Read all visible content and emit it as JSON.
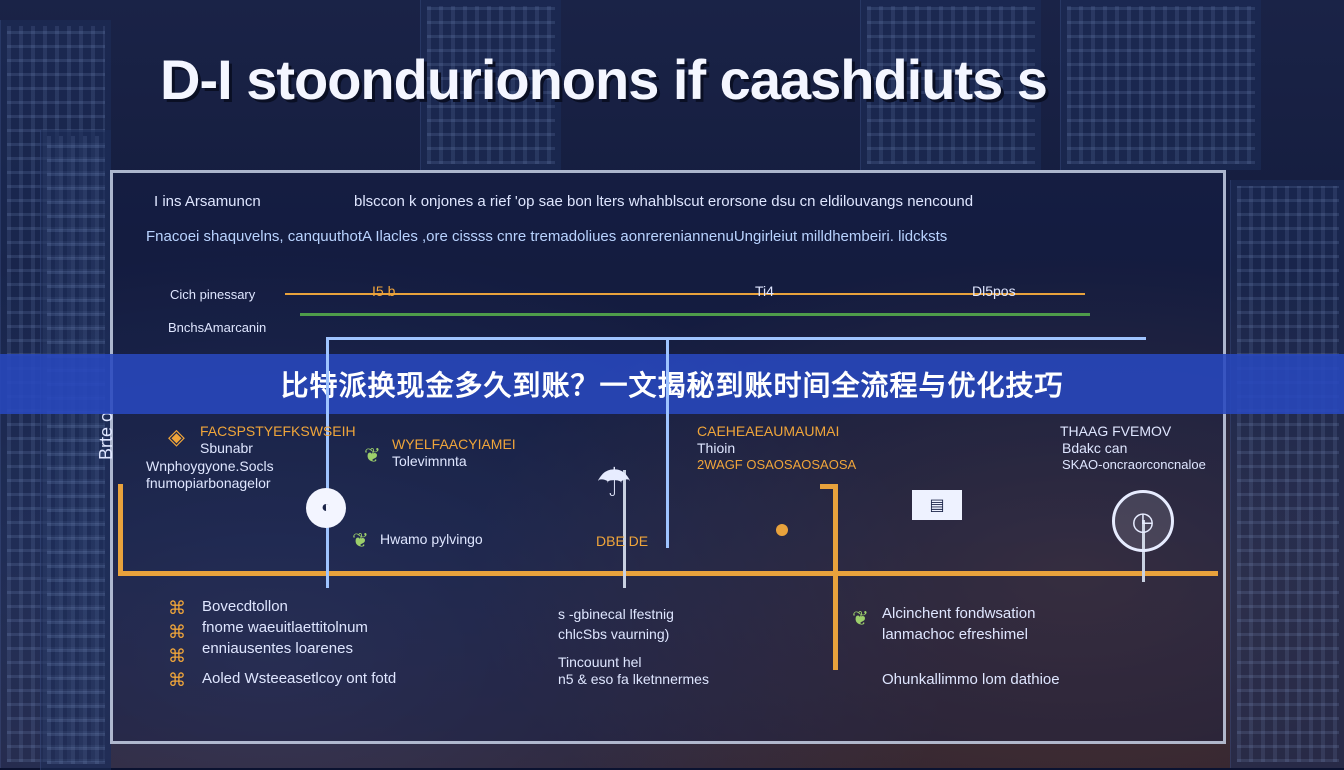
{
  "title": "D-I stoondurionons if caashdiuts s",
  "banner": "比特派换现金多久到账？一文揭秘到账时间全流程与优化技巧",
  "panel": {
    "vert_label": "Brte o",
    "header_left": "I ins Arsamuncn",
    "header_right": "blsccon k onjones a rief 'op sae bon lters whahblscut erorsone dsu cn eldilouvangs nencound",
    "subheader": "Fnacoei shaquvelns, canquuthotA Ilacles ,ore cissss cnre tremadoliues aonrereniannenuUngirleiut milldhembeiri. lidcksts",
    "row1_left": "Cich pinessary",
    "row2_left": "BnchsAmarcanin",
    "mark_1": "I5 b",
    "mark_2": "Ti4",
    "mark_3": "Dl5pos",
    "col1": {
      "head": "FACSPSTYEFKSWSEIH",
      "l2": "Sbunabr",
      "l3": "Wnphoygyone.Socls",
      "l4": "fnumopiarbonagelor"
    },
    "col2": {
      "head": "WYELFAACYIAMEI",
      "l2": "Tolevimnnta",
      "l3": "Hwamo pylvingo"
    },
    "col3": {
      "head": "CAEHEAEAUMAUMAI",
      "l2": "Thioin",
      "l3": "2WAGF OSAOSAOSAOSA",
      "l4": "DBE DE"
    },
    "col4": {
      "head": "THAAG FVEMOV",
      "l2": "Bdakc can",
      "l3": "SKAO-oncraorconcnaloe"
    },
    "bottom_left": [
      "Bovecdtollon",
      "fnome waeuitlaettitolnum",
      "enniausentes loarenes",
      "Aoled Wsteeasetlcoy ont fotd"
    ],
    "bottom_mid": [
      "s -gbinecal lfestnig",
      "chlcSbs vaurning)",
      "Tincouunt hel",
      "n5  &  eso fa lketnnermes"
    ],
    "bottom_right": [
      "Alcinchent fondwsation",
      "lanmachoc efreshimel",
      "Ohunkallimmo lom dathioe"
    ]
  }
}
